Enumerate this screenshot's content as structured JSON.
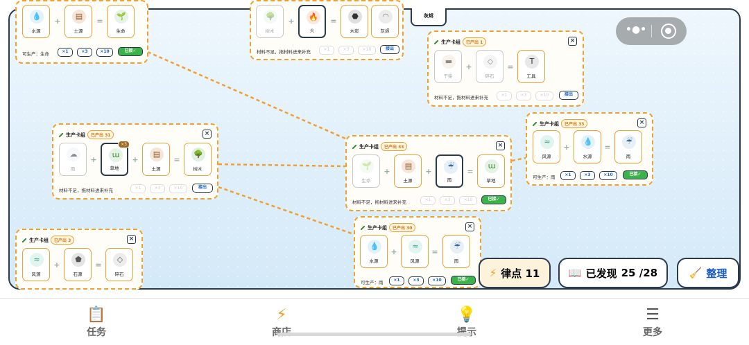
{
  "header": {
    "top_tag": "灰烬"
  },
  "capsule": {
    "more_icon": "•●•",
    "close_icon": "target-ring-icon"
  },
  "cards": {
    "water": "水源",
    "soil": "土源",
    "life": "生命",
    "fire": "火",
    "wood": "树木",
    "charcoal": "木炭",
    "ash": "灰烬",
    "firewood": "干柴",
    "gravel": "碎石",
    "tool": "工具",
    "wind": "风源",
    "rain": "雨",
    "grass": "草地",
    "stone": "石源"
  },
  "groups": {
    "title": "生产卡组",
    "can_produce_life": "可生产：生命",
    "can_produce_rain": "可生产：雨",
    "insufficient": "材料不足，拖材料进来补充",
    "x1": "×1",
    "x3": "×3",
    "x10": "×10",
    "eject": "接出",
    "connected": "已接✓",
    "badge_1": "已产出 1",
    "badge_31": "已产出 31",
    "badge_33": "已产出 33",
    "badge_30": "已产出 30",
    "badge_3": "已产出 3",
    "grass_count": "×3"
  },
  "bottom": {
    "points_label": "律点 11",
    "discovered_label": "已发现",
    "discovered_value": "25 /28",
    "tidy_label": "整理"
  },
  "tabbar": {
    "tasks": "任务",
    "shop": "商店",
    "hint": "提示",
    "more": "更多"
  },
  "colors": {
    "accent": "#f0a030",
    "border": "#2b3a4a",
    "green": "#3cb34a",
    "blue": "#1a5fc0"
  }
}
